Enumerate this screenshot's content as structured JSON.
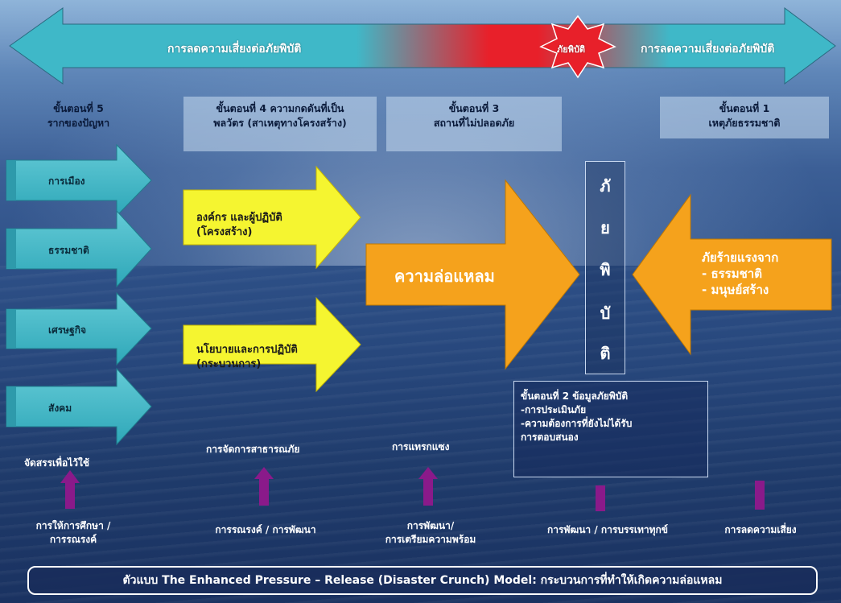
{
  "top_arrow": {
    "left_label": "การลดความเสี่ยงต่อภัยพิบัติ",
    "right_label": "การลดความเสี่ยงต่อภัยพิบัติ",
    "burst_label": "ภัยพิบัติ"
  },
  "steps": {
    "step5": {
      "line1": "ขั้นตอนที่ 5",
      "line2": "รากของปัญหา"
    },
    "step4": {
      "line1": "ขั้นตอนที่ 4 ความกดดันที่เป็น",
      "line2": "พลวัตร (สาเหตุทางโครงสร้าง)"
    },
    "step3": {
      "line1": "ขั้นตอนที่ 3",
      "line2": "สถานที่ไม่ปลอดภัย"
    },
    "step1": {
      "line1": "ขั้นตอนที่ 1",
      "line2": "เหตุภัยธรรมชาติ"
    }
  },
  "root_causes": [
    "การเมือง",
    "ธรรมชาติ",
    "เศรษฐกิจ",
    "สังคม"
  ],
  "pressures": [
    {
      "label": "องค์กร และผู้ปฏิบัติ\n(โครงสร้าง)"
    },
    {
      "label": "นโยบายและการปฏิบัติ\n(กระบวนการ)"
    }
  ],
  "vulnerability_label": "ความล่อแหลม",
  "disaster_vertical": [
    "ภั",
    "ย",
    "พิ",
    "บั",
    "ติ"
  ],
  "hazard_label": "ภัยร้ายแรงจาก\n- ธรรมชาติ\n- มนุษย์สร้าง",
  "step2": {
    "title": "ขั้นตอนที่ 2 ข้อมูลภัยพิบัติ",
    "item1": "-การประเมินภัย",
    "item2": "-ความต้องการที่ยังไม่ได้รับ",
    "item3": "การตอบสนอง"
  },
  "actions": {
    "resources": "จัดสรรเพื่อไว้ใช้",
    "public_mgmt": "การจัดการสาธารณภัย",
    "intervention": "การแทรกแซง"
  },
  "bottom_labels": [
    "การให้การศึกษา /\nการรณรงค์",
    "การรณรงค์ / การพัฒนา",
    "การพัฒนา/\nการเตรียมความพร้อม",
    "การพัฒนา / การบรรเทาทุกข์",
    "การลดความเสี่ยง"
  ],
  "footer": "ตัวแบบ The Enhanced Pressure – Release (Disaster Crunch) Model: กระบวนการที่ทำให้เกิดความล่อแหลม",
  "colors": {
    "cyan": "#3fb8c8",
    "red": "#e8202a",
    "yellow": "#f5f530",
    "orange": "#f5a21c",
    "purple": "#8a1a8a"
  }
}
